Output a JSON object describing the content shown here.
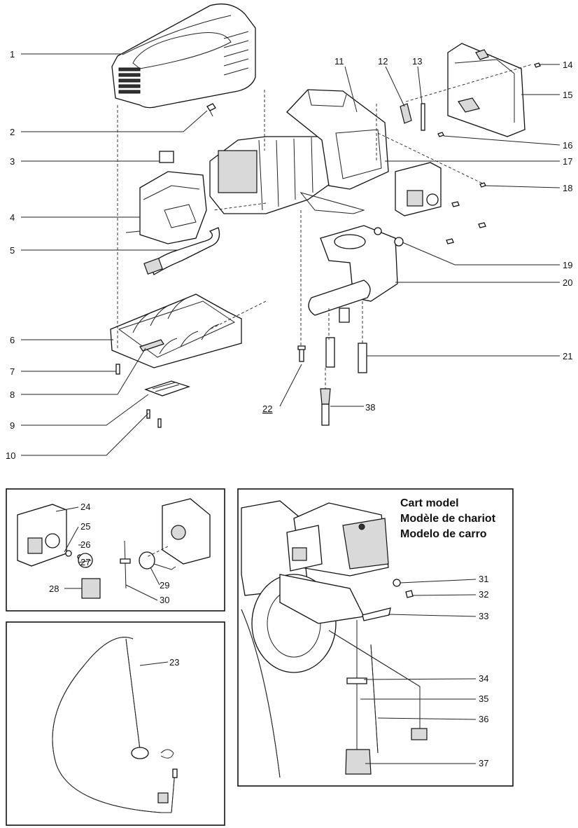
{
  "labels": {
    "l1": "1",
    "l2": "2",
    "l3": "3",
    "l4": "4",
    "l5": "5",
    "l6": "6",
    "l7": "7",
    "l8": "8",
    "l9": "9",
    "l10": "10",
    "l11": "11",
    "l12": "12",
    "l13": "13",
    "l14": "14",
    "l15": "15",
    "l16": "16",
    "l17": "17",
    "l18": "18",
    "l19": "19",
    "l20": "20",
    "l21": "21",
    "l22": "22",
    "l23": "23",
    "l24": "24",
    "l25": "25",
    "l26": "26",
    "l27": "27",
    "l28": "28",
    "l29": "29",
    "l30": "30",
    "l31": "31",
    "l32": "32",
    "l33": "33",
    "l34": "34",
    "l35": "35",
    "l36": "36",
    "l37": "37",
    "l38": "38"
  },
  "cart_box": {
    "title_en": "Cart model",
    "title_fr": "Modèle de chariot",
    "title_es": "Modelo de carro"
  }
}
